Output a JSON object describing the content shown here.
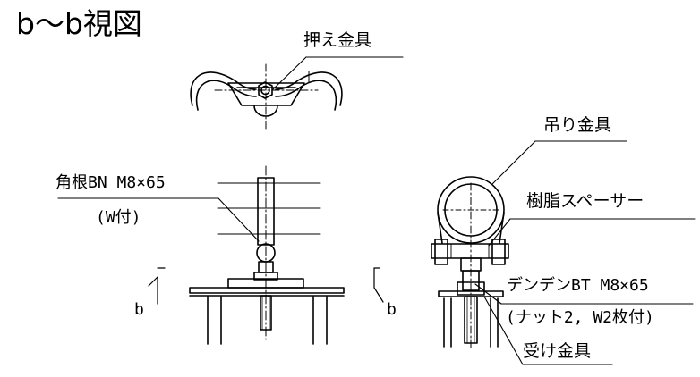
{
  "title": "b〜b視図",
  "labels": {
    "osae_kanagu": "押え金具",
    "tsuri_kanagu": "吊り金具",
    "jushi_spacer": "樹脂スペーサー",
    "kakune_bn": "角根BN M8×65",
    "w_tsuki": "(W付)",
    "denden_bt": "デンデンBT M8×65",
    "nut_note": "(ナット2, W2枚付)",
    "uke_kanagu": "受け金具",
    "section_mark_left": "b",
    "section_mark_right": "b"
  },
  "colors": {
    "line": "#000000",
    "background": "#ffffff"
  }
}
